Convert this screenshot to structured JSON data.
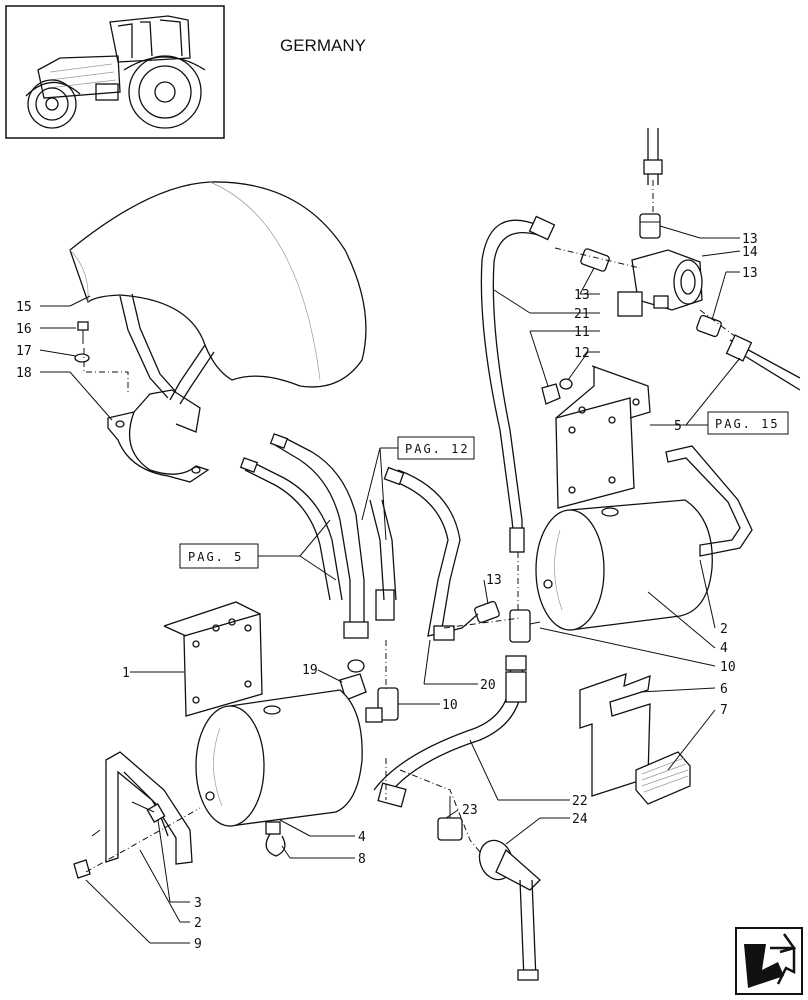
{
  "header": {
    "country": "GERMANY"
  },
  "page_refs": [
    {
      "id": "pag12",
      "text": "PAG. 12"
    },
    {
      "id": "pag5",
      "text": "PAG. 5"
    },
    {
      "id": "pag15",
      "text": "PAG. 15"
    }
  ],
  "callouts": [
    {
      "id": "c1",
      "text": "1"
    },
    {
      "id": "c2a",
      "text": "2"
    },
    {
      "id": "c2b",
      "text": "2"
    },
    {
      "id": "c3",
      "text": "3"
    },
    {
      "id": "c4a",
      "text": "4"
    },
    {
      "id": "c4b",
      "text": "4"
    },
    {
      "id": "c5",
      "text": "5"
    },
    {
      "id": "c6",
      "text": "6"
    },
    {
      "id": "c7",
      "text": "7"
    },
    {
      "id": "c8",
      "text": "8"
    },
    {
      "id": "c9",
      "text": "9"
    },
    {
      "id": "c10a",
      "text": "10"
    },
    {
      "id": "c10b",
      "text": "10"
    },
    {
      "id": "c11",
      "text": "11"
    },
    {
      "id": "c12",
      "text": "12"
    },
    {
      "id": "c13a",
      "text": "13"
    },
    {
      "id": "c13b",
      "text": "13"
    },
    {
      "id": "c13c",
      "text": "13"
    },
    {
      "id": "c13d",
      "text": "13"
    },
    {
      "id": "c14",
      "text": "14"
    },
    {
      "id": "c15",
      "text": "15"
    },
    {
      "id": "c16",
      "text": "16"
    },
    {
      "id": "c17",
      "text": "17"
    },
    {
      "id": "c18",
      "text": "18"
    },
    {
      "id": "c19",
      "text": "19"
    },
    {
      "id": "c20",
      "text": "20"
    },
    {
      "id": "c21",
      "text": "21"
    },
    {
      "id": "c22",
      "text": "22"
    },
    {
      "id": "c23",
      "text": "23"
    },
    {
      "id": "c24",
      "text": "24"
    }
  ],
  "icons": {
    "thumbnail": "tractor-icon",
    "nav": "page-turn-arrow-icon"
  }
}
